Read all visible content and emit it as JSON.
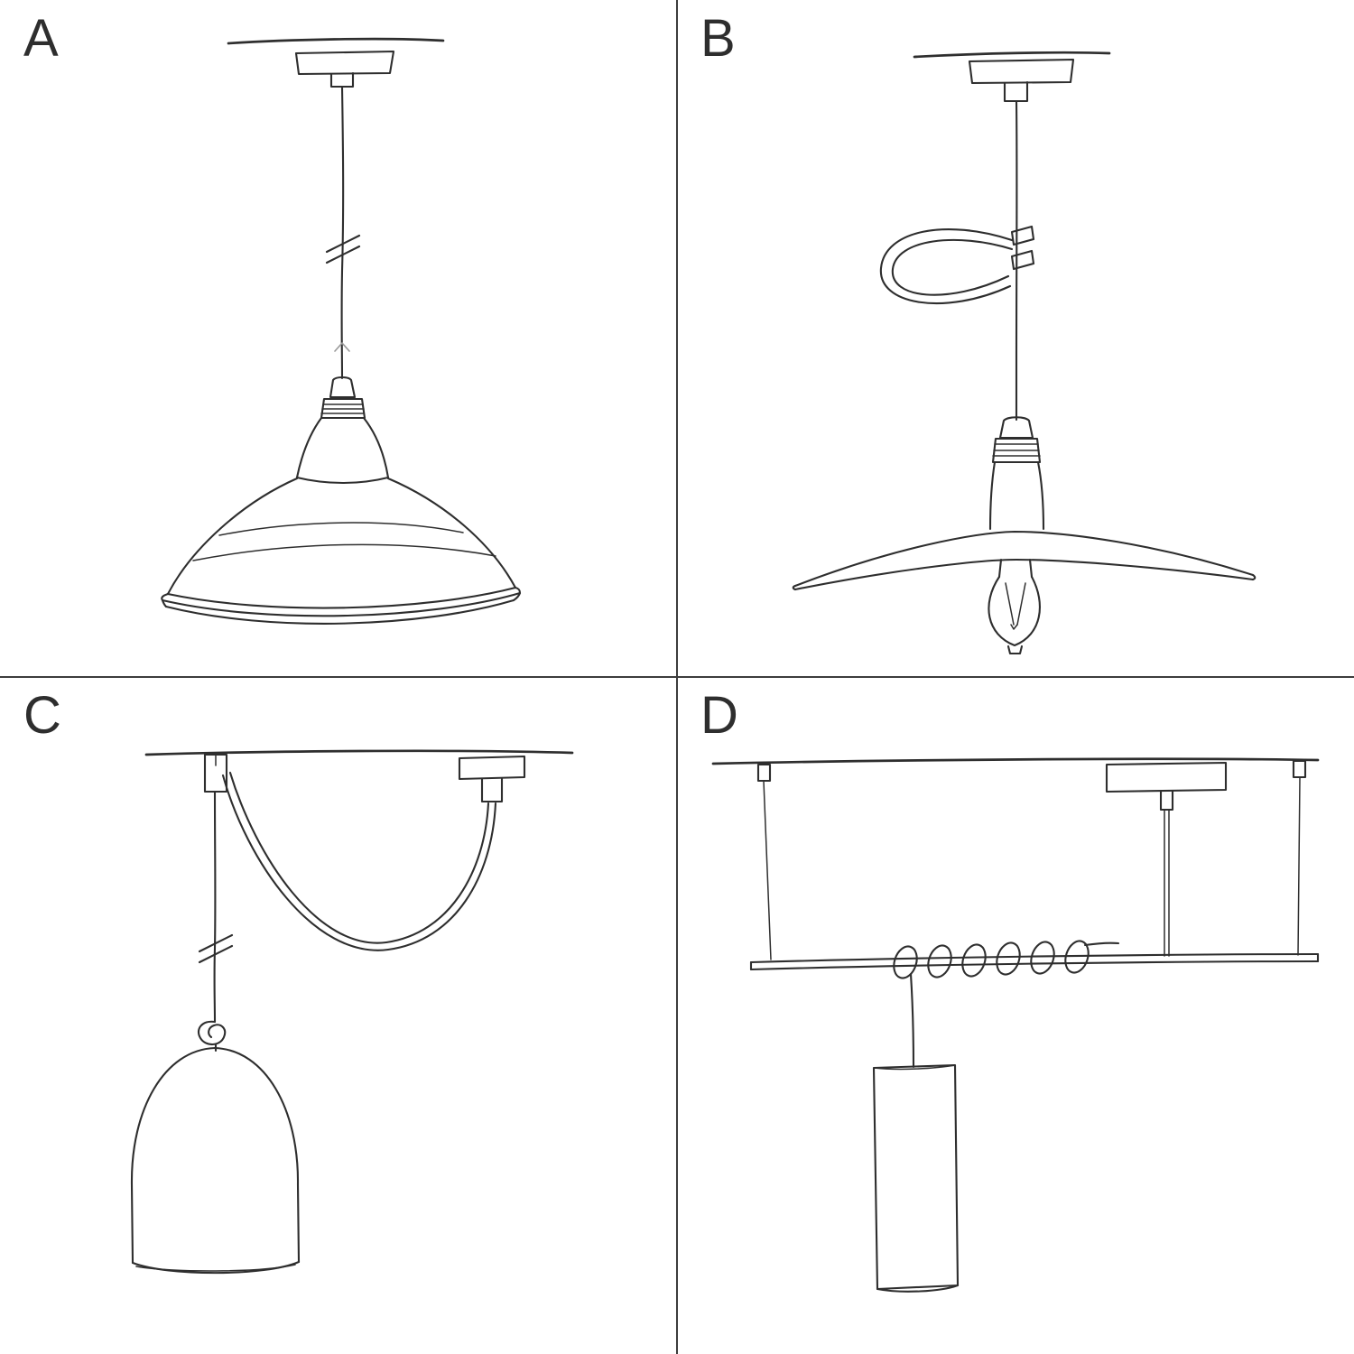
{
  "diagram": {
    "colors": {
      "ink": "#2e2e2e",
      "faint": "#9a9a9a",
      "divider": "#3c3c3c",
      "background": "#ffffff"
    },
    "panels": [
      {
        "label": "A",
        "name": "pendant-cord-with-bistro-metal-shade"
      },
      {
        "label": "B",
        "name": "pendant-cord-with-decorative-loop-flat-shade-and-exposed-bulb"
      },
      {
        "label": "C",
        "name": "swag-pendant-with-ceiling-hook-knot-and-bell-shade"
      },
      {
        "label": "D",
        "name": "pendant-on-suspended-bar-with-wrapped-cord-and-tube-shade"
      }
    ]
  }
}
